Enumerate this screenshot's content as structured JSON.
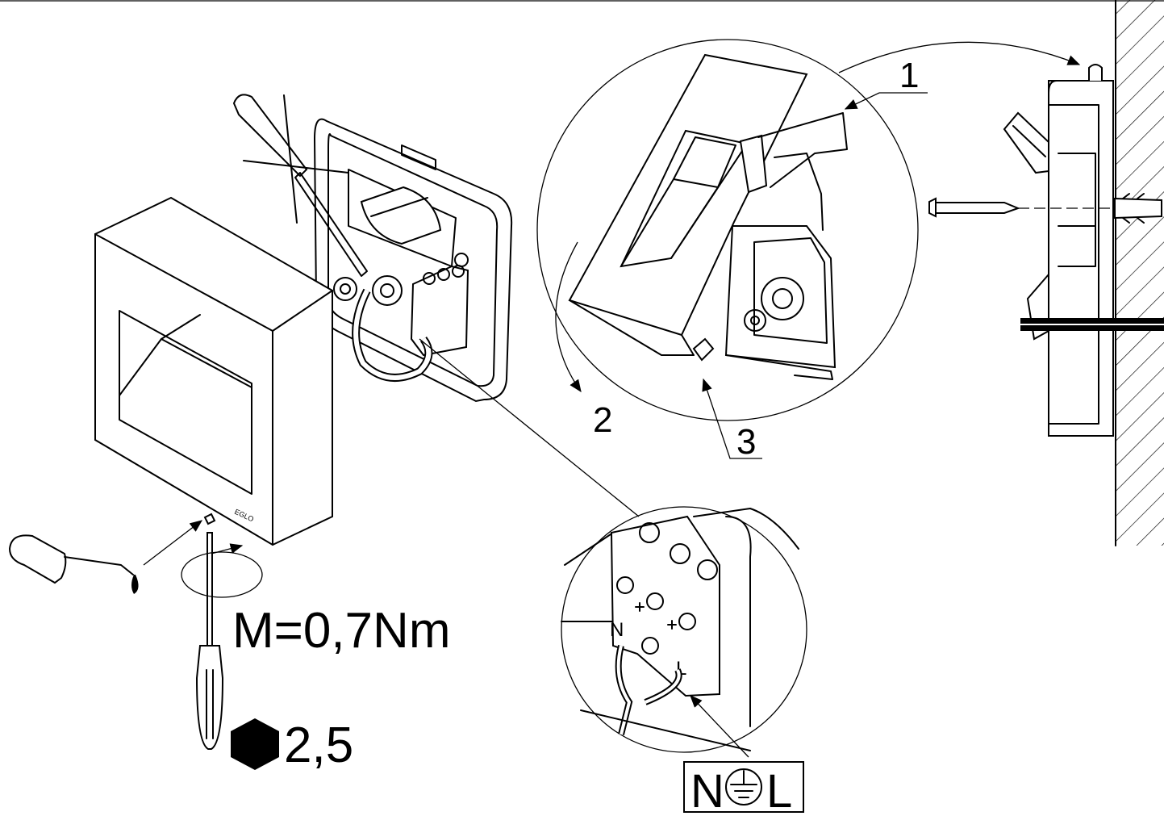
{
  "callouts": {
    "c1": "1",
    "c2": "2",
    "c3": "3"
  },
  "torque": "M=0,7Nm",
  "hex_size": "2,5",
  "terminal": {
    "n": "N",
    "l": "L"
  },
  "legend": {
    "n": "N",
    "l": "L"
  },
  "brand": "EGLO"
}
